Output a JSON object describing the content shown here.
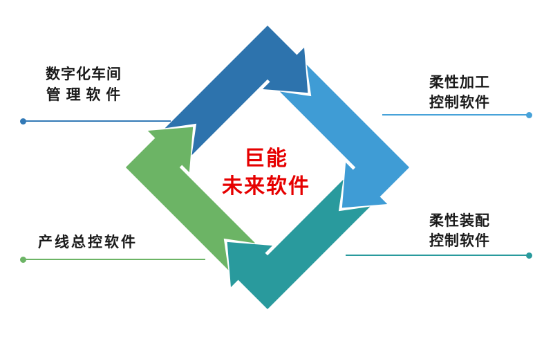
{
  "diagram": {
    "center": {
      "line1": "巨能",
      "line2": "未来软件",
      "color": "#e60000"
    },
    "segments": {
      "top_left": {
        "color": "#2d73ad"
      },
      "top_right": {
        "color": "#3f9cd5"
      },
      "bottom_right": {
        "color": "#299a9d"
      },
      "bottom_left": {
        "color": "#6cb465"
      }
    },
    "callouts": {
      "top_left": {
        "line1": "数字化车间",
        "line2": "管 理 软 件",
        "rule_color": "#3279b6"
      },
      "top_right": {
        "line1": "柔性加工",
        "line2": "控制软件",
        "rule_color": "#47a2d9"
      },
      "bottom_left": {
        "line1": "产线总控软件",
        "rule_color": "#6cb465"
      },
      "bottom_right": {
        "line1": "柔性装配",
        "line2": "控制软件",
        "rule_color": "#299a9d"
      }
    }
  }
}
